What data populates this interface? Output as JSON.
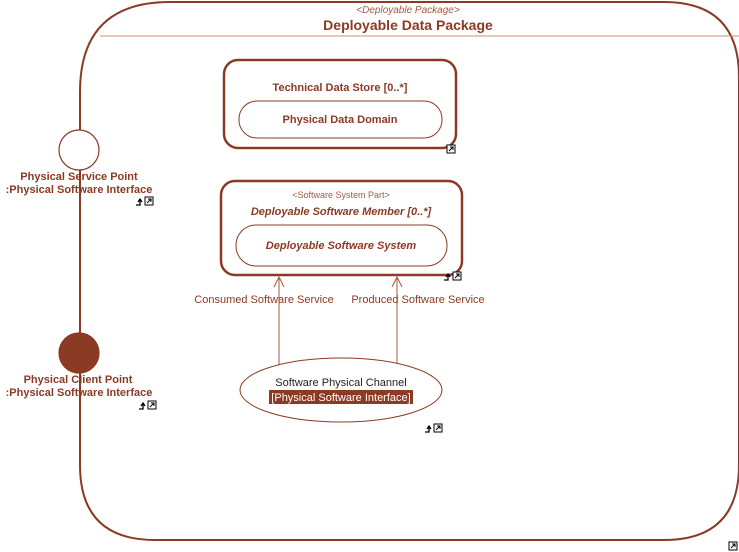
{
  "package": {
    "stereotype": "<Deployable Package>",
    "title": "Deployable Data Package"
  },
  "technical_data_store": {
    "title": "Technical Data Store [0..*]",
    "inner_label": "Physical Data Domain"
  },
  "software_member": {
    "stereotype": "<Software System Part>",
    "title": "Deployable Software Member [0..*]",
    "inner_label": "Deployable Software System"
  },
  "service_point": {
    "name": "Physical Service Point",
    "type": ":Physical Software Interface"
  },
  "client_point": {
    "name": "Physical Client Point",
    "type": ":Physical Software Interface"
  },
  "connections": {
    "consumed": "Consumed Software Service",
    "produced": "Produced Software Service"
  },
  "channel": {
    "name": "Software Physical Channel",
    "type": "[Physical Software Interface]"
  },
  "colors": {
    "primary": "#8B3A24",
    "line": "#A85A3C",
    "highlight_bg": "#8B3A24"
  }
}
